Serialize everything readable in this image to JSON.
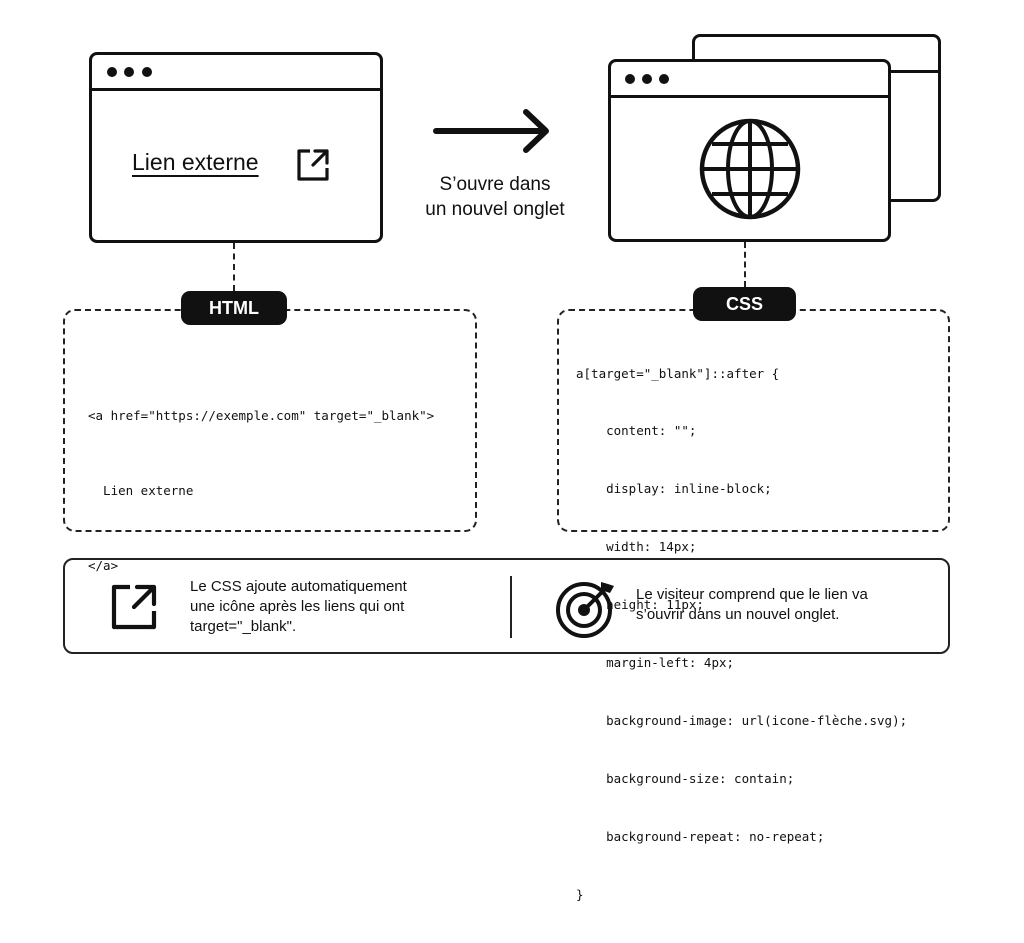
{
  "left_window": {
    "link_text": "Lien externe",
    "icon": "external-link-icon"
  },
  "arrow": {
    "caption_line1": "S’ouvre dans",
    "caption_line2": "un nouvel onglet"
  },
  "right_window": {
    "icon": "globe-icon"
  },
  "html_panel": {
    "label": "HTML",
    "lines": [
      "<a href=\"https://exemple.com\" target=\"_blank\">",
      "  Lien externe",
      "</a>"
    ]
  },
  "css_panel": {
    "label": "CSS",
    "lines": [
      "a[target=\"_blank\"]::after {",
      "    content: \"\";",
      "    display: inline-block;",
      "    width: 14px;",
      "    height: 11px;",
      "    margin-left: 4px;",
      "    background-image: url(icone-flèche.svg);",
      "    background-size: contain;",
      "    background-repeat: no-repeat;",
      "}"
    ]
  },
  "footer": {
    "left_icon": "external-link-icon",
    "left_text": [
      "Le CSS ajoute automatiquement",
      "une icône après les liens qui ont",
      "target=\"_blank\"."
    ],
    "right_icon": "target-icon",
    "right_text": [
      "Le visiteur comprend que le lien va",
      "s’ouvrir dans un nouvel onglet."
    ]
  }
}
